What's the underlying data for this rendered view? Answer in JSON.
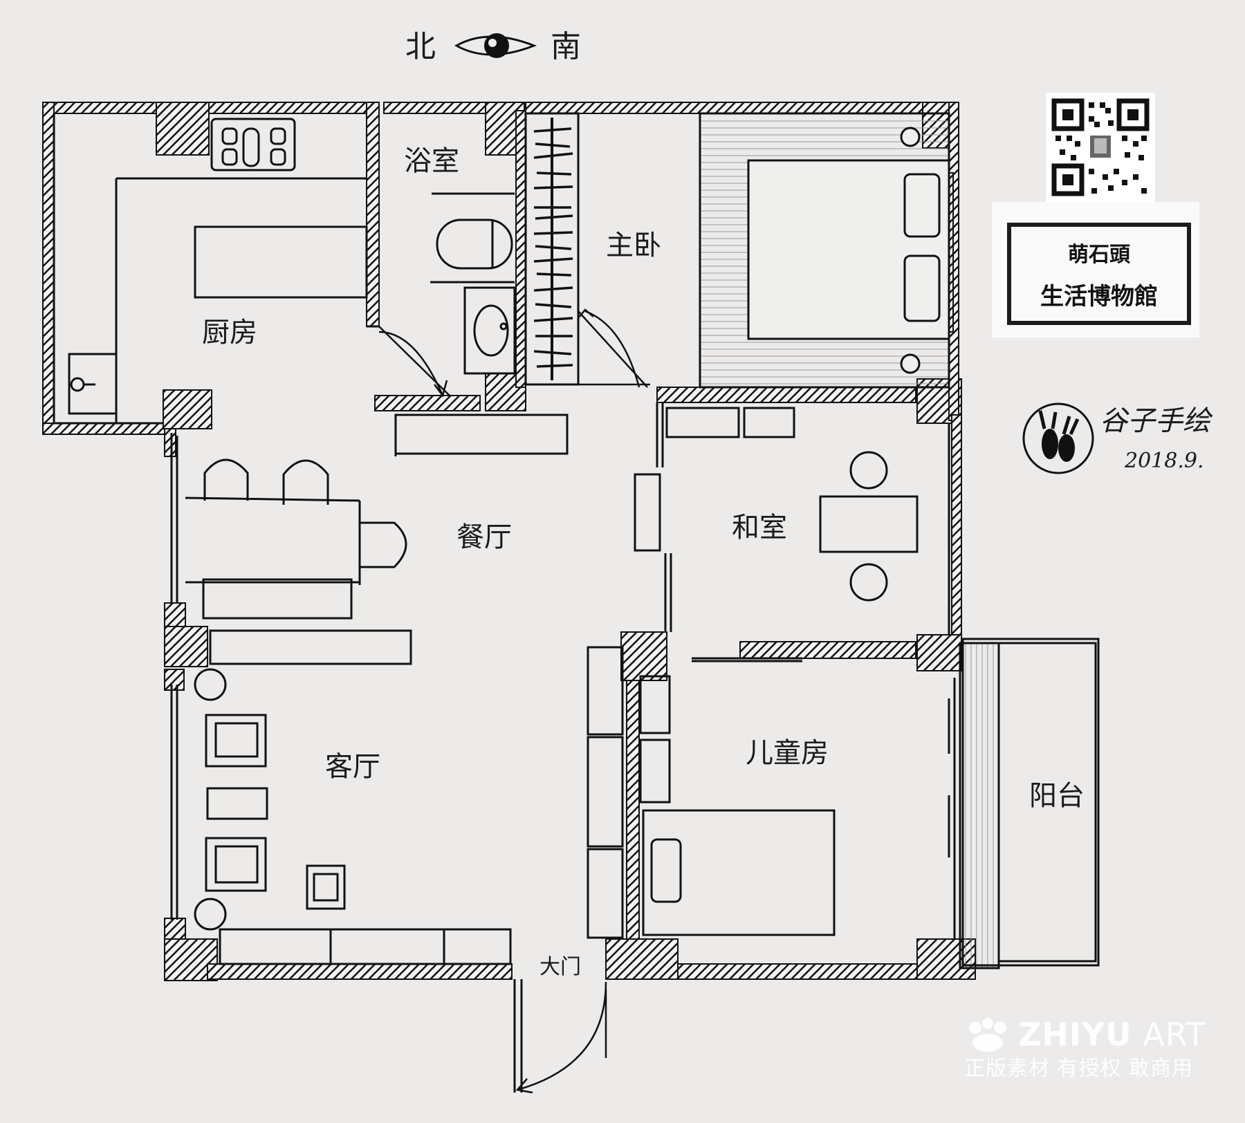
{
  "compass": {
    "north": "北",
    "south": "南"
  },
  "rooms": {
    "kitchen": "厨房",
    "bathroom": "浴室",
    "master_bedroom": "主卧",
    "dining_room": "餐厅",
    "japanese_room": "和室",
    "living_room": "客厅",
    "kids_room": "儿童房",
    "balcony": "阳台",
    "main_door": "大门"
  },
  "signature": {
    "author": "谷子手绘",
    "date": "2018.9."
  },
  "stamp": {
    "line1": "萌石頭",
    "line2": "生活博物館"
  },
  "watermark": {
    "brand_bold": "ZHIYU",
    "brand_light": " ART",
    "tagline": "正版素材 有授权 敢商用"
  },
  "icons": [
    "compass-eye-icon",
    "rabbit-seal-icon",
    "qr-code-icon",
    "zhiyu-logo-icon"
  ],
  "colors": {
    "paper": "#ecebea",
    "ink": "#1a1a1a"
  }
}
